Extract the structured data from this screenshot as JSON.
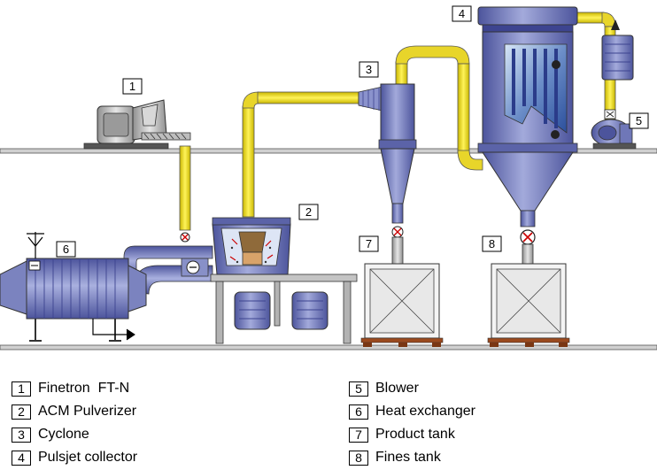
{
  "callouts": {
    "c1": "1",
    "c2": "2",
    "c3": "3",
    "c4": "4",
    "c5": "5",
    "c6": "6",
    "c7": "7",
    "c8": "8"
  },
  "legend": {
    "items": [
      {
        "num": "1",
        "label": "Finetron  FT-N"
      },
      {
        "num": "2",
        "label": "ACM Pulverizer"
      },
      {
        "num": "3",
        "label": "Cyclone"
      },
      {
        "num": "4",
        "label": "Pulsjet collector"
      },
      {
        "num": "5",
        "label": "Blower"
      },
      {
        "num": "6",
        "label": "Heat exchanger"
      },
      {
        "num": "7",
        "label": "Product tank"
      },
      {
        "num": "8",
        "label": "Fines tank"
      }
    ]
  },
  "colors": {
    "yellow_pipe": "#f2e227",
    "blue_steel": "#6f77b8",
    "dark_blue": "#3d4490",
    "floor_gray": "#c9c9c9",
    "pallet_brown": "#9b4a1e",
    "background": "#ffffff"
  }
}
